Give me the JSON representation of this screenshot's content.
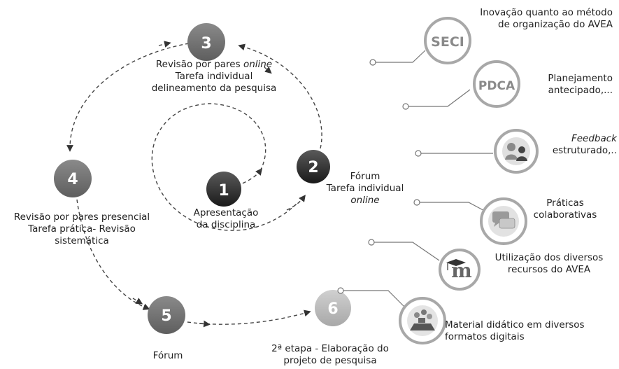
{
  "steps": [
    {
      "number": "1",
      "lines": [
        "Apresentação",
        "da disciplina"
      ]
    },
    {
      "number": "2",
      "lines": [
        "Fórum",
        "Tarefa individual",
        "online"
      ]
    },
    {
      "number": "3",
      "line1_a": "Revisão por pares ",
      "line1_b": "online",
      "lines_rest": [
        "Tarefa individual",
        "delineamento da pesquisa"
      ]
    },
    {
      "number": "4",
      "lines": [
        "Revisão por pares presencial",
        "Tarefa prática- Revisão",
        "sistemática"
      ]
    },
    {
      "number": "5",
      "lines": [
        "Fórum"
      ]
    },
    {
      "number": "6",
      "lines": [
        "2ª etapa -  Elaboração do",
        "projeto de pesquisa"
      ]
    }
  ],
  "features": [
    {
      "icon_text": "SECI",
      "icon": "seci-badge",
      "lines": [
        "Inovação quanto ao método",
        "de organização do AVEA"
      ]
    },
    {
      "icon_text": "PDCA",
      "icon": "pdca-badge",
      "lines": [
        "Planejamento",
        "antecipado,..."
      ]
    },
    {
      "icon": "feedback-people-icon",
      "line1": "Feedback",
      "line2": "estruturado,.."
    },
    {
      "icon": "chat-bubbles-icon",
      "lines": [
        "Práticas",
        "colaborativas"
      ]
    },
    {
      "icon": "moodle-icon",
      "lines": [
        "Utilização dos diversos",
        "recursos do AVEA"
      ]
    },
    {
      "icon": "digital-material-icon",
      "lines": [
        "Material didático em diversos",
        "formatos digitais"
      ]
    }
  ],
  "colors": {
    "dark": "#222222",
    "mid": "#6e6e6e",
    "light": "#b5b5b5",
    "ring": "#a8a8a8"
  }
}
